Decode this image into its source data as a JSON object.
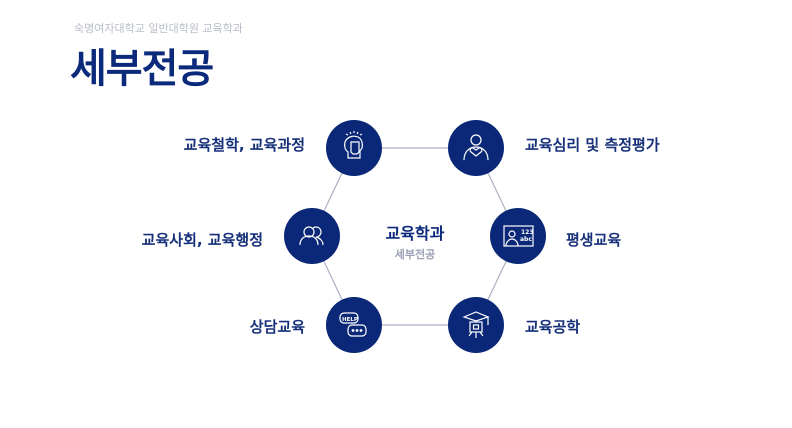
{
  "header": {
    "subtitle": "숙명여자대학교 일반대학원 교육학과",
    "title": "세부전공"
  },
  "center": {
    "title": "교육학과",
    "subtitle": "세부전공"
  },
  "majors": [
    {
      "label": "교육철학, 교육과정",
      "icon": "head-thinking-icon"
    },
    {
      "label": "교육심리 및 측정평가",
      "icon": "person-heart-icon"
    },
    {
      "label": "교육사회, 교육행정",
      "icon": "people-icon"
    },
    {
      "label": "평생교육",
      "icon": "teacher-board-icon"
    },
    {
      "label": "상담교육",
      "icon": "help-chat-icon"
    },
    {
      "label": "교육공학",
      "icon": "graduation-chip-icon"
    }
  ],
  "colors": {
    "primary": "#0b2878",
    "line": "#aab0c6"
  }
}
